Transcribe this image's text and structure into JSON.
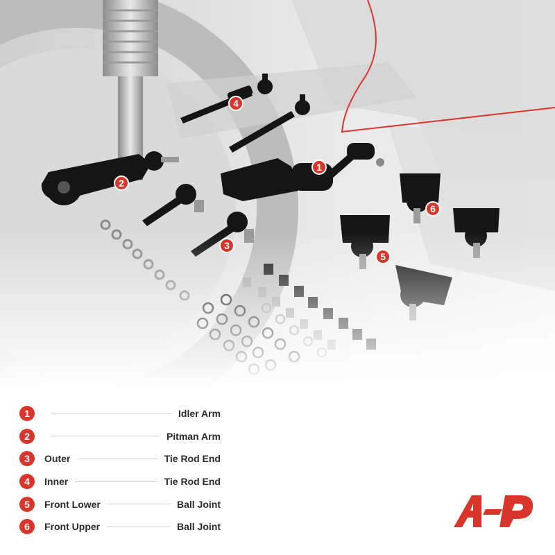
{
  "callouts": [
    "1",
    "2",
    "3",
    "4",
    "5",
    "6"
  ],
  "legend": [
    {
      "num": "1",
      "left": "",
      "right": "Idler Arm"
    },
    {
      "num": "2",
      "left": "",
      "right": "Pitman Arm"
    },
    {
      "num": "3",
      "left": "Outer",
      "right": "Tie Rod End"
    },
    {
      "num": "4",
      "left": "Inner",
      "right": "Tie Rod End"
    },
    {
      "num": "5",
      "left": "Front Lower",
      "right": "Ball Joint"
    },
    {
      "num": "6",
      "left": "Front Upper",
      "right": "Ball Joint"
    }
  ],
  "colors": {
    "accent": "#d9362b",
    "part": "#151515",
    "background_scene": "#e9e9e9"
  },
  "icons": [
    "brand-logo-icon"
  ]
}
